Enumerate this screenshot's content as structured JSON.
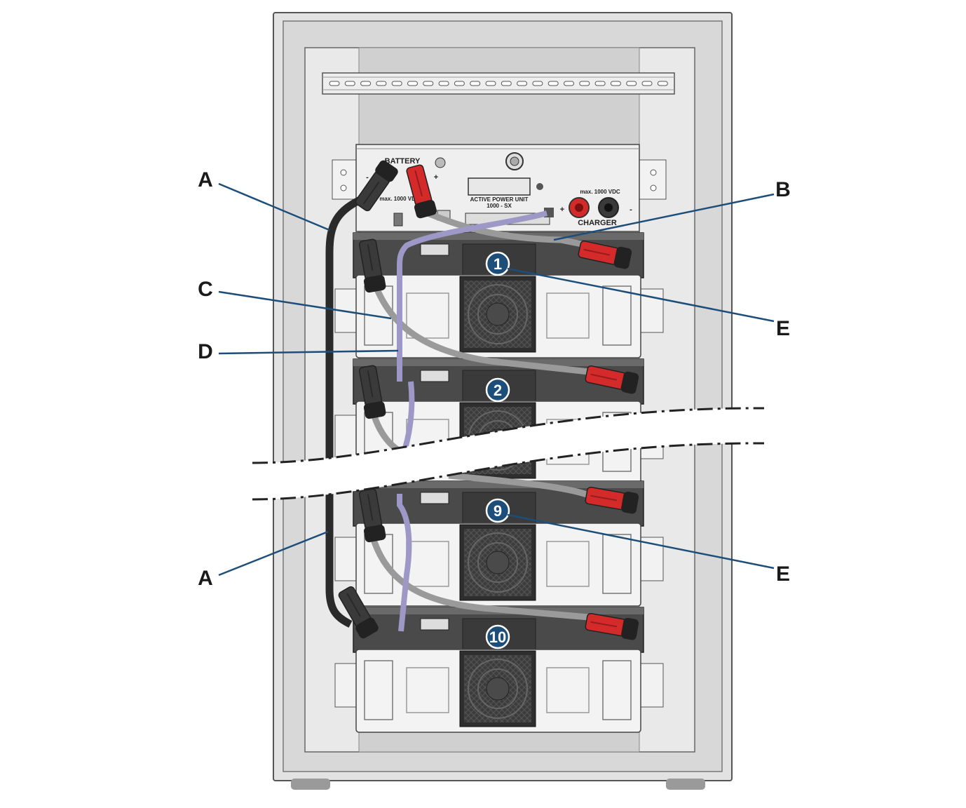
{
  "callouts": [
    {
      "id": "A",
      "label": "A"
    },
    {
      "id": "B",
      "label": "B"
    },
    {
      "id": "C",
      "label": "C"
    },
    {
      "id": "D",
      "label": "D"
    },
    {
      "id": "E",
      "label": "E"
    },
    {
      "id": "E2",
      "label": "E"
    },
    {
      "id": "A2",
      "label": "A"
    }
  ],
  "modules": [
    {
      "number": "1"
    },
    {
      "number": "2"
    },
    {
      "number": "9"
    },
    {
      "number": "10"
    }
  ],
  "apu": {
    "battery_label": "BATTERY",
    "charger_label": "CHARGER",
    "battery_max": "max. 1000 VDC",
    "charger_max": "max. 1000 VDC",
    "unit_title": "ACTIVE POWER UNIT",
    "unit_model": "1000 - SX",
    "minus": "-",
    "plus": "+"
  },
  "colors": {
    "cable_power": "#9a9a9a",
    "cable_comm": "#9d98c6",
    "cable_main": "#2a2a2a",
    "connector_red": "#d42a2a",
    "leader": "#1d4e7a",
    "badge": "#1d4e7a"
  }
}
